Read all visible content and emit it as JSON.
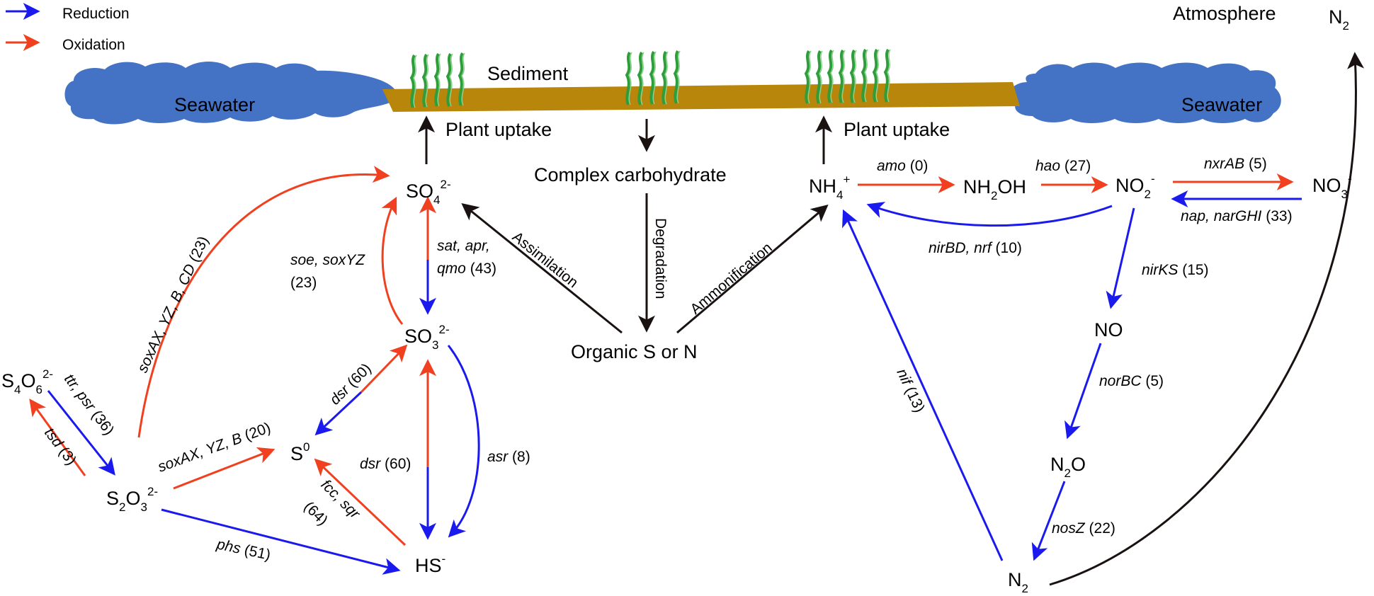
{
  "legend": {
    "reduction": "Reduction",
    "oxidation": "Oxidation"
  },
  "colors": {
    "reduction": "#1a1aee",
    "oxidation": "#f04020",
    "neutral": "#1a1111",
    "seawater": "#4472c4",
    "sediment": "#b8860b",
    "plant": "#2e9e3a"
  },
  "header": {
    "sediment": "Sediment",
    "seawater_left": "Seawater",
    "seawater_right": "Seawater",
    "atmosphere": "Atmosphere"
  },
  "flows": {
    "plant_uptake_left": "Plant uptake",
    "plant_uptake_right": "Plant uptake",
    "complex_carbohydrate": "Complex carbohydrate",
    "degradation": "Degradation",
    "assimilation": "Assimilation",
    "ammonification": "Ammonification",
    "organic": "Organic S or N"
  },
  "species": {
    "so4": {
      "base": "SO",
      "sub": "4",
      "sup": "2-"
    },
    "so3": {
      "base": "SO",
      "sub": "3",
      "sup": "2-"
    },
    "s0": {
      "base": "S",
      "sup": "0"
    },
    "hs": {
      "base": "HS",
      "sup": "-"
    },
    "s4o6": {
      "a": "S",
      "sub1": "4",
      "b": "O",
      "sub2": "6",
      "sup": "2-"
    },
    "s2o3": {
      "a": "S",
      "sub1": "2",
      "b": "O",
      "sub2": "3",
      "sup": "2-"
    },
    "nh4": {
      "base": "NH",
      "sub": "4",
      "sup": "+"
    },
    "nh2oh": {
      "a": "NH",
      "sub": "2",
      "b": "OH"
    },
    "no2": {
      "base": "NO",
      "sub": "2",
      "sup": "-"
    },
    "no3": {
      "base": "NO",
      "sub": "3",
      "sup": "-"
    },
    "no": {
      "base": "NO"
    },
    "n2o": {
      "a": "N",
      "sub": "2",
      "b": "O"
    },
    "n2_bottom": {
      "base": "N",
      "sub": "2"
    },
    "n2_top": {
      "base": "N",
      "sub": "2"
    }
  },
  "genes": {
    "sox_long": {
      "gene": "soxAX, YZ, B, CD",
      "count": "(23)"
    },
    "soe": {
      "gene": "soe, soxYZ",
      "count": "(23)"
    },
    "sat_a": {
      "gene": "sat, apr,"
    },
    "sat_b": {
      "gene": "qmo",
      "count": "(43)"
    },
    "dsr1": {
      "gene": "dsr",
      "count": "(60)"
    },
    "dsr2": {
      "gene": "dsr",
      "count": "(60)"
    },
    "asr": {
      "gene": "asr",
      "count": "(8)"
    },
    "fcc_a": {
      "gene": "fcc, sqr"
    },
    "fcc_b": {
      "count": "(64)"
    },
    "sox_short": {
      "gene": "soxAX, YZ, B",
      "count": "(20)"
    },
    "ttr": {
      "gene": "ttr, psr",
      "count": "(36)"
    },
    "tsd": {
      "gene": "tsd",
      "count": "(3)"
    },
    "phs": {
      "gene": "phs",
      "count": "(51)"
    },
    "amo": {
      "gene": "amo",
      "count": "(0)"
    },
    "hao": {
      "gene": "hao",
      "count": "(27)"
    },
    "nxr": {
      "gene": "nxrAB",
      "count": "(5)"
    },
    "nap": {
      "gene": "nap, narGHI",
      "count": "(33)"
    },
    "nirbd": {
      "gene": "nirBD, nrf",
      "count": "(10)"
    },
    "nirks": {
      "gene": "nirKS",
      "count": "(15)"
    },
    "norbc": {
      "gene": "norBC",
      "count": "(5)"
    },
    "nosz": {
      "gene": "nosZ",
      "count": "(22)"
    },
    "nif": {
      "gene": "nif",
      "count": "(13)"
    }
  }
}
